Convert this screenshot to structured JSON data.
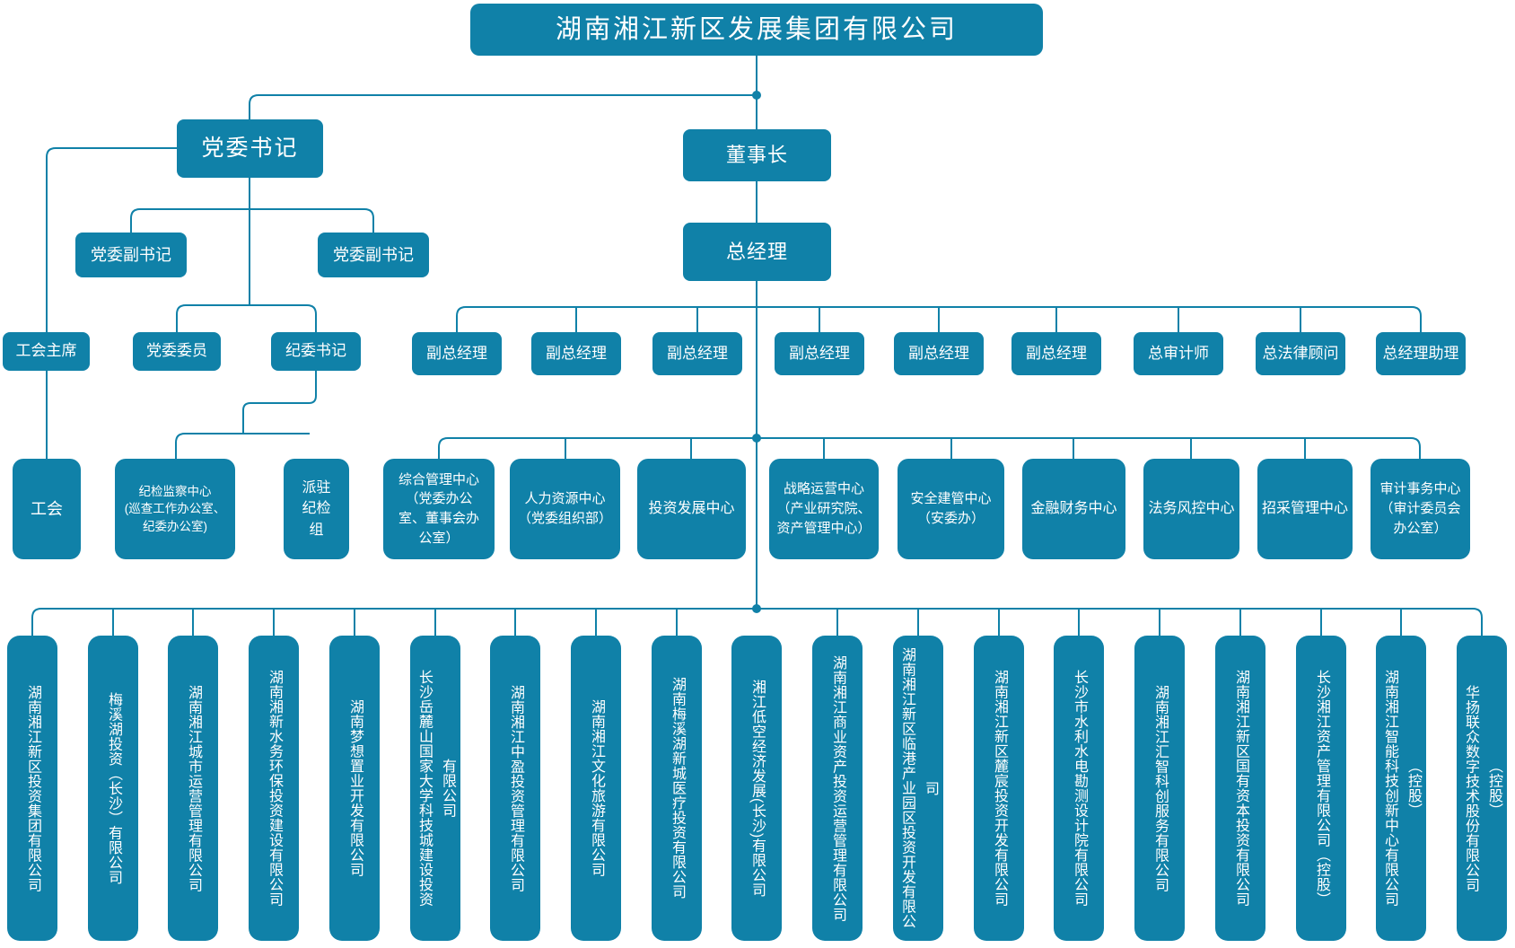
{
  "org": {
    "root": "湖南湘江新区发展集团有限公司",
    "party_secretary": "党委书记",
    "chairman": "董事长",
    "general_manager": "总经理",
    "deputy_party_secretaries": [
      "党委副书记",
      "党委副书记"
    ],
    "party_row": [
      "工会主席",
      "党委委员",
      "纪委书记"
    ],
    "executives": [
      "副总经理",
      "副总经理",
      "副总经理",
      "副总经理",
      "副总经理",
      "副总经理",
      "总审计师",
      "总法律顾问",
      "总经理助理"
    ],
    "departments": [
      "工会",
      "纪检监察中心\n(巡查工作办公室、\n纪委办公室)",
      "派驻\n纪检\n组",
      "综合管理中心\n（党委办公\n室、董事会办\n公室）",
      "人力资源中心\n（党委组织部）",
      "投资发展中心",
      "战略运营中心\n（产业研究院、\n资产管理中心）",
      "安全建管中心\n（安委办）",
      "金融财务中心",
      "法务风控中心",
      "招采管理中心",
      "审计事务中心\n（审计委员会\n办公室）"
    ],
    "subsidiaries": [
      "湖南湘江新区投资集团有限公司",
      "梅溪湖投资（长沙）有限公司",
      "湖南湘江城市运营管理有限公司",
      "湖南湘新水务环保投资建设有限公司",
      "湖南梦想置业开发有限公司",
      "长沙岳麓山国家大学科技城建设投资\n有限公司",
      "湖南湘江中盈投资管理有限公司",
      "湖南湘江文化旅游有限公司",
      "湖南梅溪湖新城医疗投资有限公司",
      "湘江低空经济发展(长沙)有限公司",
      "湖南湘江商业资产投资运营管理有限公司",
      "湖南湘江新区临港产业园区投资开发有限公司",
      "湖南湘江新区麓宸投资开发有限公司",
      "长沙市水利水电勘测设计院有限公司",
      "湖南湘江汇智科创服务有限公司",
      "湖南湘江新区国有资本投资有限公司",
      "长沙湘江资产管理有限公司（控股）",
      "湖南湘江智能科技创新中心有限公司\n（控股）",
      "华扬联众数字技术股份有限公司\n（控股）"
    ]
  },
  "colors": {
    "box": "#1081A8",
    "line": "#1081A8",
    "text": "#FFFFFF",
    "background": "#FFFFFF"
  }
}
